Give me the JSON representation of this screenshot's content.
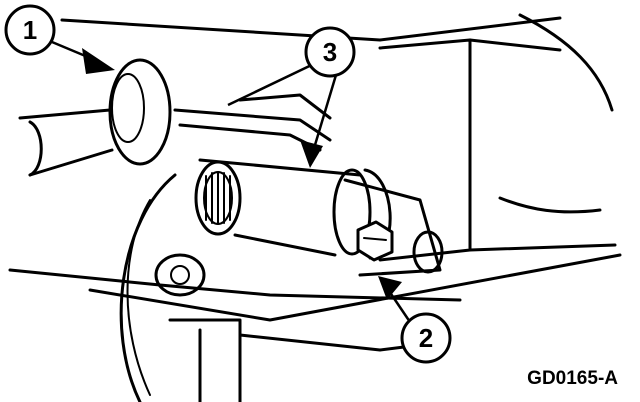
{
  "figure": {
    "callouts": [
      {
        "id": "1"
      },
      {
        "id": "2"
      },
      {
        "id": "3"
      }
    ],
    "code": "GD0165-A"
  }
}
